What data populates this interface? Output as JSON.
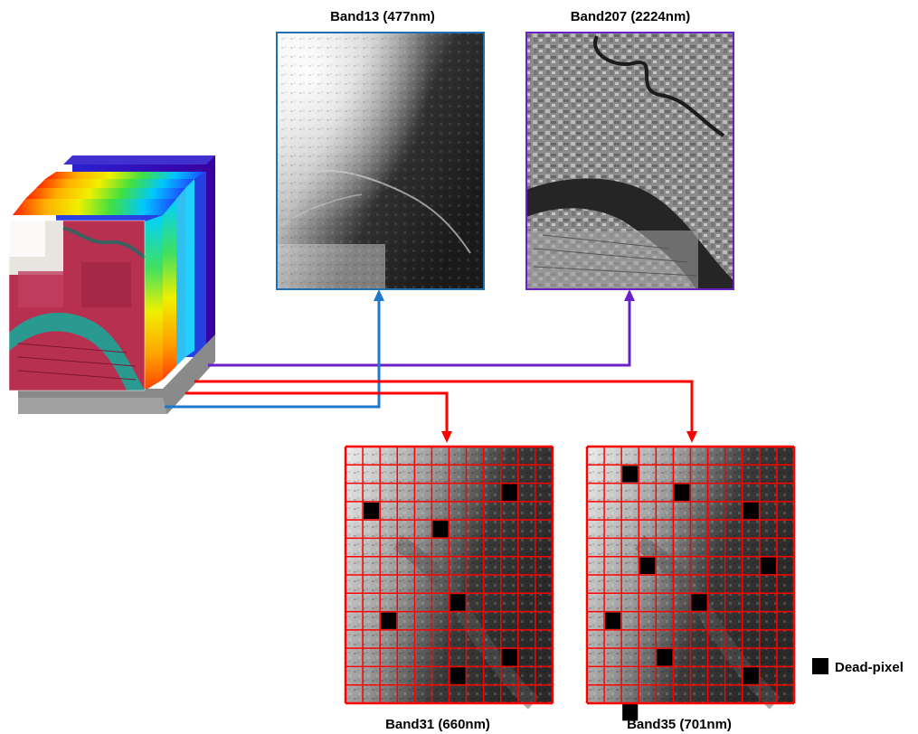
{
  "panels": {
    "band13": {
      "title": "Band13 (477nm)",
      "border_color": "#1f6fb5"
    },
    "band207": {
      "title": "Band207 (2224nm)",
      "border_color": "#6a1fc9"
    },
    "band31": {
      "title": "Band31 (660nm)",
      "border_color": "#ff0000"
    },
    "band35": {
      "title": "Band35 (701nm)",
      "border_color": "#ff0000"
    }
  },
  "legend": {
    "dead_pixel_label": "Dead-pixel",
    "swatch_color": "#000000"
  },
  "connector_colors": {
    "blue": "#1f78c8",
    "purple": "#6a1fc9",
    "red": "#ff0000"
  },
  "grid": {
    "rows": 14,
    "cols": 12
  },
  "dead_pixels": {
    "band31": [
      [
        2,
        9
      ],
      [
        3,
        1
      ],
      [
        4,
        5
      ],
      [
        8,
        6
      ],
      [
        9,
        2
      ],
      [
        11,
        9
      ],
      [
        12,
        6
      ]
    ],
    "band35": [
      [
        1,
        2
      ],
      [
        2,
        5
      ],
      [
        3,
        9
      ],
      [
        6,
        3
      ],
      [
        6,
        10
      ],
      [
        8,
        6
      ],
      [
        9,
        1
      ],
      [
        11,
        4
      ],
      [
        12,
        9
      ],
      [
        14,
        2
      ]
    ]
  }
}
